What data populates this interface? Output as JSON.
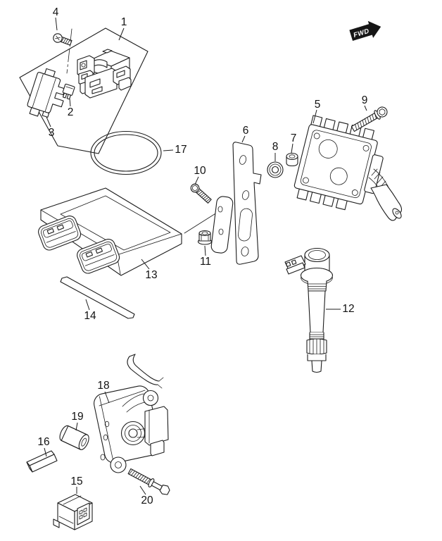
{
  "fwd_marker": {
    "label": "FWD"
  },
  "callouts": [
    "1",
    "2",
    "3",
    "4",
    "5",
    "6",
    "7",
    "8",
    "9",
    "10",
    "11",
    "12",
    "13",
    "14",
    "15",
    "16",
    "17",
    "18",
    "19",
    "20"
  ]
}
